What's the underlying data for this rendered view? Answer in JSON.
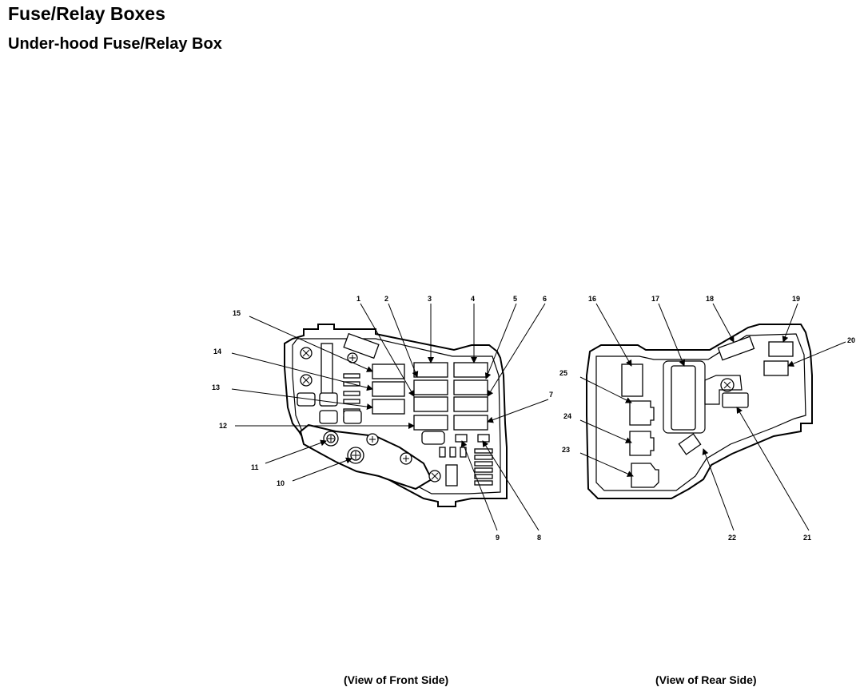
{
  "page": {
    "title": "Fuse/Relay Boxes",
    "subtitle": "Under-hood Fuse/Relay Box"
  },
  "captions": {
    "front": "(View of Front Side)",
    "rear": "(View of Rear Side)"
  },
  "front_labels": [
    "1",
    "2",
    "3",
    "4",
    "5",
    "6",
    "7",
    "8",
    "9",
    "10",
    "11",
    "12",
    "13",
    "14",
    "15"
  ],
  "rear_labels": [
    "16",
    "17",
    "18",
    "19",
    "20",
    "21",
    "22",
    "23",
    "24",
    "25"
  ]
}
